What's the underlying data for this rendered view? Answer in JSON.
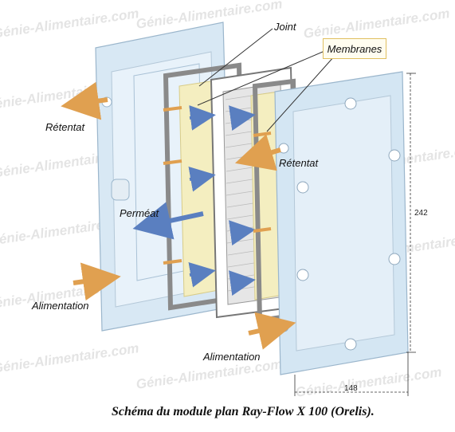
{
  "watermark_text": "Génie-Alimentaire.com",
  "labels": {
    "joint": "Joint",
    "membranes": "Membranes",
    "retentat_left": "Rétentat",
    "retentat_right": "Rétentat",
    "permeat": "Perméat",
    "alimentation_left": "Alimentation",
    "alimentation_right": "Alimentation"
  },
  "dimensions": {
    "height": "242",
    "width": "148"
  },
  "caption": "Schéma du module plan Ray-Flow X 100 (Orelis).",
  "colors": {
    "plate_blue": "#cfe3f2",
    "arrow_orange": "#e0a050",
    "arrow_blue": "#5a7fc0",
    "membrane_yellow": "#f4eec0",
    "gasket_grey": "#8a8a8a"
  }
}
